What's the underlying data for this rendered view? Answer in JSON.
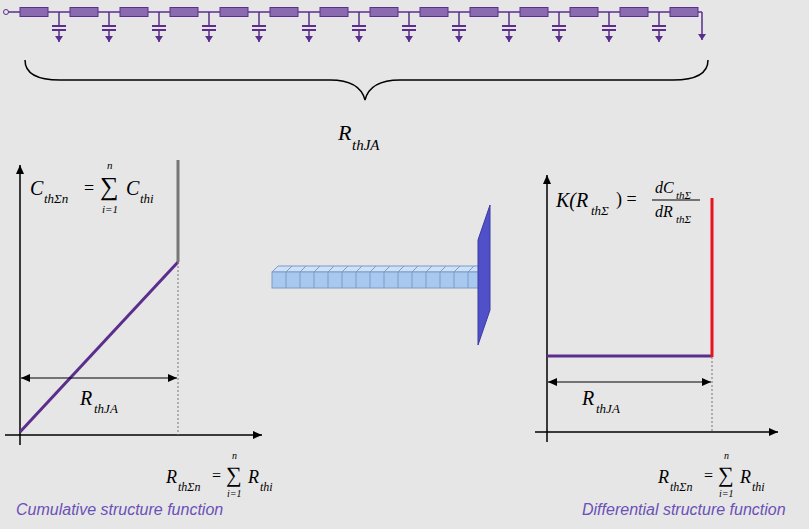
{
  "diagram": {
    "labels": [
      "R",
      "thJA",
      "C",
      "thΣn",
      "=",
      "∑",
      "n",
      "i=1",
      "C",
      "thi",
      "R",
      "thJA",
      "R",
      "thΣn",
      "=",
      "∑",
      "n",
      "i=1",
      "R",
      "thi",
      "Cumulative structure function",
      "K(R",
      "thΣ",
      ") =",
      "dC",
      "thΣ",
      "dR",
      "thΣ",
      "R",
      "thJA",
      "R",
      "thΣn",
      "=",
      "∑",
      "n",
      "i=1",
      "R",
      "thi",
      "Differential structure function"
    ]
  }
}
